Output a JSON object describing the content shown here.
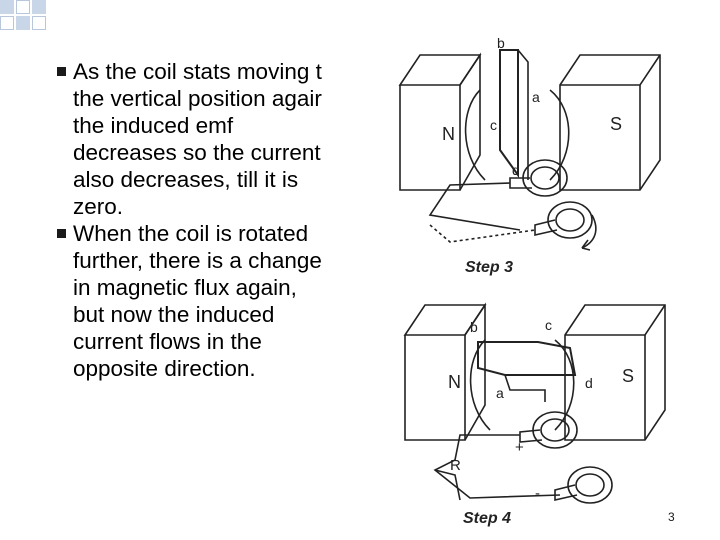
{
  "bullets": [
    "As the coil stats moving t\nthe vertical position agair\nthe induced emf\ndecreases so the current\nalso decreases, till it is\nzero.",
    "When the coil is rotated\nfurther, there is a change\nin magnetic flux again,\nbut now the induced\ncurrent flows in the\nopposite direction."
  ],
  "figure": {
    "step3": {
      "caption": "Step 3",
      "north": "N",
      "south": "S",
      "label_a": "a",
      "label_b": "b",
      "label_c": "c",
      "label_d": "d"
    },
    "step4": {
      "caption": "Step 4",
      "north": "N",
      "south": "S",
      "label_a": "a",
      "label_b": "b",
      "label_c": "c",
      "label_d": "d",
      "resistor": "R",
      "plus": "+",
      "minus": "-"
    }
  },
  "slide_number": "3"
}
